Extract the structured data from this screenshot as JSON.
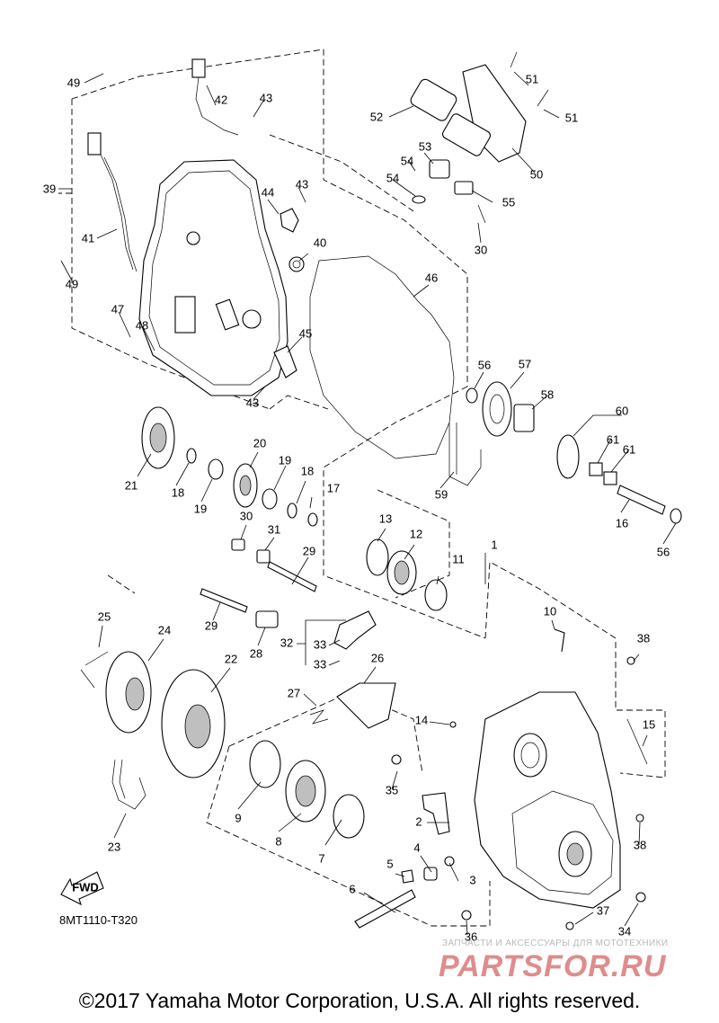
{
  "diagram": {
    "code": "8MT1110-T320",
    "fwd_label": "FWD",
    "callouts": [
      {
        "id": "c1",
        "text": "1"
      },
      {
        "id": "c2",
        "text": "2"
      },
      {
        "id": "c3",
        "text": "3"
      },
      {
        "id": "c4",
        "text": "4"
      },
      {
        "id": "c5",
        "text": "5"
      },
      {
        "id": "c6",
        "text": "6"
      },
      {
        "id": "c7",
        "text": "7"
      },
      {
        "id": "c8",
        "text": "8"
      },
      {
        "id": "c9",
        "text": "9"
      },
      {
        "id": "c10",
        "text": "10"
      },
      {
        "id": "c11",
        "text": "11"
      },
      {
        "id": "c12",
        "text": "12"
      },
      {
        "id": "c13",
        "text": "13"
      },
      {
        "id": "c14",
        "text": "14"
      },
      {
        "id": "c15",
        "text": "15"
      },
      {
        "id": "c16",
        "text": "16"
      },
      {
        "id": "c17",
        "text": "17"
      },
      {
        "id": "c18a",
        "text": "18"
      },
      {
        "id": "c18b",
        "text": "18"
      },
      {
        "id": "c19a",
        "text": "19"
      },
      {
        "id": "c19b",
        "text": "19"
      },
      {
        "id": "c20",
        "text": "20"
      },
      {
        "id": "c21",
        "text": "21"
      },
      {
        "id": "c22",
        "text": "22"
      },
      {
        "id": "c23",
        "text": "23"
      },
      {
        "id": "c24",
        "text": "24"
      },
      {
        "id": "c25",
        "text": "25"
      },
      {
        "id": "c26",
        "text": "26"
      },
      {
        "id": "c27",
        "text": "27"
      },
      {
        "id": "c28",
        "text": "28"
      },
      {
        "id": "c29a",
        "text": "29"
      },
      {
        "id": "c29b",
        "text": "29"
      },
      {
        "id": "c30a",
        "text": "30"
      },
      {
        "id": "c30b",
        "text": "30"
      },
      {
        "id": "c31",
        "text": "31"
      },
      {
        "id": "c32",
        "text": "32"
      },
      {
        "id": "c33a",
        "text": "33"
      },
      {
        "id": "c33b",
        "text": "33"
      },
      {
        "id": "c34",
        "text": "34"
      },
      {
        "id": "c35",
        "text": "35"
      },
      {
        "id": "c36",
        "text": "36"
      },
      {
        "id": "c37",
        "text": "37"
      },
      {
        "id": "c38a",
        "text": "38"
      },
      {
        "id": "c38b",
        "text": "38"
      },
      {
        "id": "c39",
        "text": "39"
      },
      {
        "id": "c40",
        "text": "40"
      },
      {
        "id": "c41",
        "text": "41"
      },
      {
        "id": "c42",
        "text": "42"
      },
      {
        "id": "c43a",
        "text": "43"
      },
      {
        "id": "c43b",
        "text": "43"
      },
      {
        "id": "c43c",
        "text": "43"
      },
      {
        "id": "c44",
        "text": "44"
      },
      {
        "id": "c45",
        "text": "45"
      },
      {
        "id": "c46",
        "text": "46"
      },
      {
        "id": "c47",
        "text": "47"
      },
      {
        "id": "c48",
        "text": "48"
      },
      {
        "id": "c49a",
        "text": "49"
      },
      {
        "id": "c49b",
        "text": "49"
      },
      {
        "id": "c50",
        "text": "50"
      },
      {
        "id": "c51a",
        "text": "51"
      },
      {
        "id": "c51b",
        "text": "51"
      },
      {
        "id": "c52",
        "text": "52"
      },
      {
        "id": "c53",
        "text": "53"
      },
      {
        "id": "c54a",
        "text": "54"
      },
      {
        "id": "c54b",
        "text": "54"
      },
      {
        "id": "c55",
        "text": "55"
      },
      {
        "id": "c56a",
        "text": "56"
      },
      {
        "id": "c56b",
        "text": "56"
      },
      {
        "id": "c57",
        "text": "57"
      },
      {
        "id": "c58",
        "text": "58"
      },
      {
        "id": "c59",
        "text": "59"
      },
      {
        "id": "c60",
        "text": "60"
      },
      {
        "id": "c61a",
        "text": "61"
      },
      {
        "id": "c61b",
        "text": "61"
      }
    ]
  },
  "watermark": {
    "tagline": "ЗАПЧАСТИ И АКСЕССУАРЫ ДЛЯ МОТОТЕХНИКИ",
    "brand": "PARTSFOR.RU"
  },
  "footer": {
    "copyright": "©2017 Yamaha Motor Corporation, U.S.A. All rights reserved."
  }
}
